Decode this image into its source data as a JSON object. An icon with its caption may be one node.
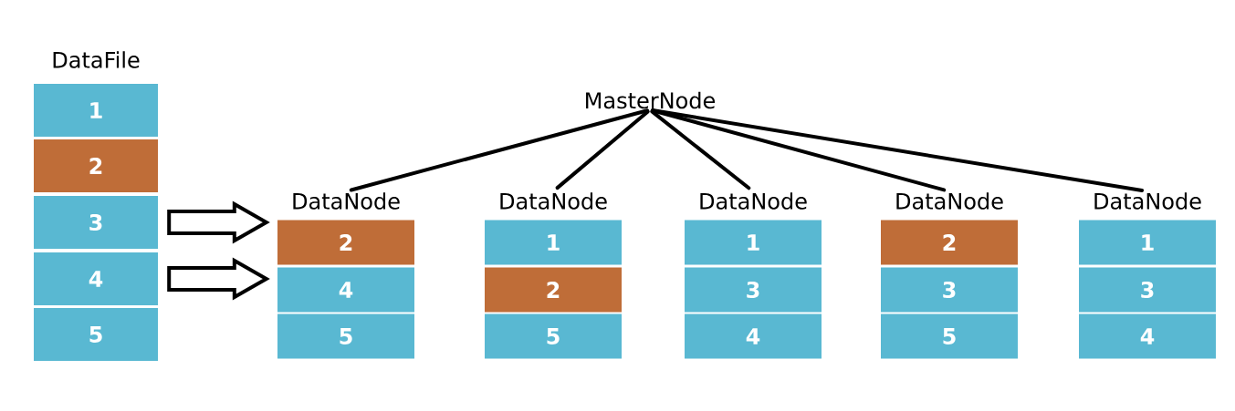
{
  "diagram": {
    "nodes": [
      {
        "text": [
          "DataFile"
        ]
      },
      {
        "text": [
          "1"
        ]
      },
      {
        "text": [
          "2"
        ]
      },
      {
        "text": [
          "3"
        ]
      },
      {
        "text": [
          "4"
        ]
      },
      {
        "text": [
          "5"
        ]
      },
      {
        "text": [
          "MasterNode"
        ]
      },
      {
        "text": [
          "DataNode"
        ]
      },
      {
        "text": [
          "2"
        ]
      },
      {
        "text": [
          "4"
        ]
      },
      {
        "text": [
          "5"
        ]
      },
      {
        "text": [
          "DataNode"
        ]
      },
      {
        "text": [
          "1"
        ]
      },
      {
        "text": [
          "2"
        ]
      },
      {
        "text": [
          "5"
        ]
      },
      {
        "text": [
          "DataNode"
        ]
      },
      {
        "text": [
          "1"
        ]
      },
      {
        "text": [
          "3"
        ]
      },
      {
        "text": [
          "4"
        ]
      },
      {
        "text": [
          "DataNode"
        ]
      },
      {
        "text": [
          "2"
        ]
      },
      {
        "text": [
          "3"
        ]
      },
      {
        "text": [
          "5"
        ]
      },
      {
        "text": [
          "DataNode"
        ]
      },
      {
        "text": [
          "1"
        ]
      },
      {
        "text": [
          "3"
        ]
      },
      {
        "text": [
          "4"
        ]
      }
    ],
    "edges": [
      {
        "from": 3,
        "to": 8,
        "arrow": "to"
      },
      {
        "from": 4,
        "to": 9,
        "arrow": "to"
      },
      {
        "from": 6,
        "to": 7,
        "arrow": "none"
      },
      {
        "from": 6,
        "to": 11,
        "arrow": "none"
      },
      {
        "from": 6,
        "to": 15,
        "arrow": "none"
      },
      {
        "from": 6,
        "to": 19,
        "arrow": "none"
      },
      {
        "from": 6,
        "to": 23,
        "arrow": "none"
      }
    ]
  }
}
